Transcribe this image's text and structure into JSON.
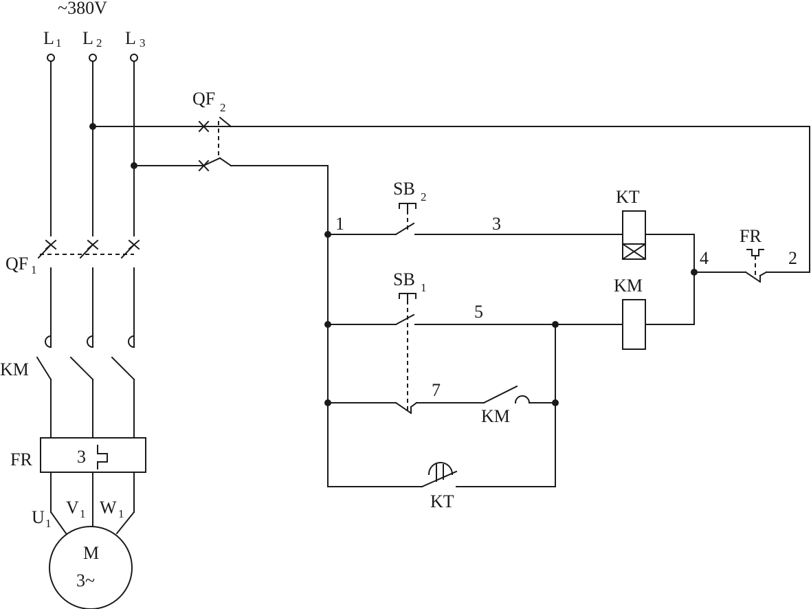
{
  "supply": {
    "voltage": "~380V",
    "phases": [
      "L",
      "L",
      "L"
    ],
    "phase_subs": [
      "1",
      "2",
      "3"
    ]
  },
  "power": {
    "breaker_main": "QF",
    "breaker_main_sub": "1",
    "contactor": "KM",
    "overload": "FR",
    "overload_poles": "3",
    "motor_terminals": [
      "U",
      "V",
      "W"
    ],
    "motor_terminal_subs": [
      "1",
      "1",
      "1"
    ],
    "motor_label": "M",
    "motor_phase": "3~"
  },
  "control": {
    "breaker": "QF",
    "breaker_sub": "2",
    "start_button": "SB",
    "start_button_sub": "2",
    "stop_button": "SB",
    "stop_button_sub": "1",
    "timer_coil": "KT",
    "contactor_coil": "KM",
    "overload_contact": "FR",
    "aux_contact": "KM",
    "timer_contact": "KT",
    "nodes": [
      "1",
      "2",
      "3",
      "4",
      "5",
      "7"
    ]
  }
}
